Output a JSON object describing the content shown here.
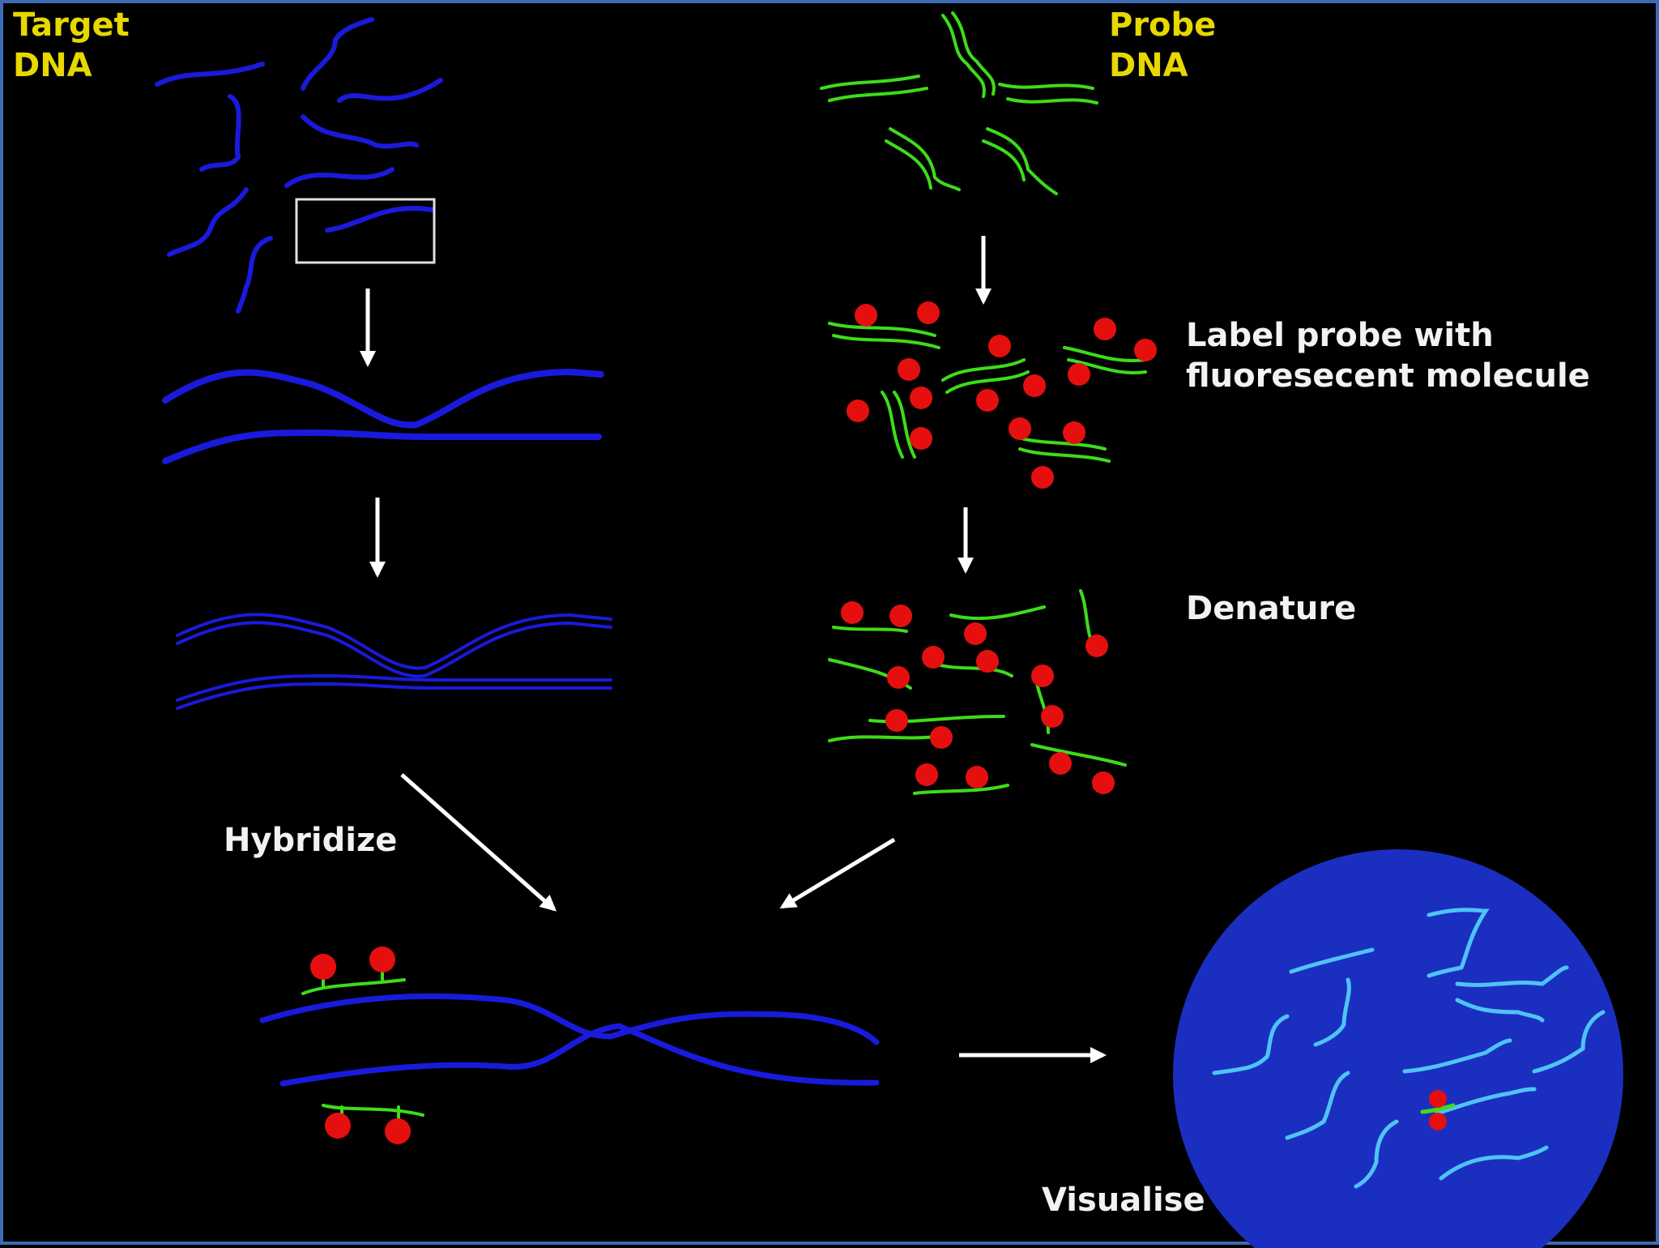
{
  "labels": {
    "target_dna": "Target\nDNA",
    "probe_dna": "Probe\nDNA",
    "label_probe": "Label probe with\nfluoresecent molecule",
    "denature": "Denature",
    "hybridize": "Hybridize",
    "visualise": "Visualise"
  },
  "colors": {
    "background": "#000000",
    "target_strand": "#1a1adc",
    "probe_strand": "#3ddc1a",
    "fluorescent_marker": "#e60f0f",
    "nucleus": "#1a2fc0",
    "chromosome": "#4fc3f7",
    "text_primary": "#f2f2f2",
    "text_title": "#e6d800",
    "frame": "#3d6bb3"
  }
}
